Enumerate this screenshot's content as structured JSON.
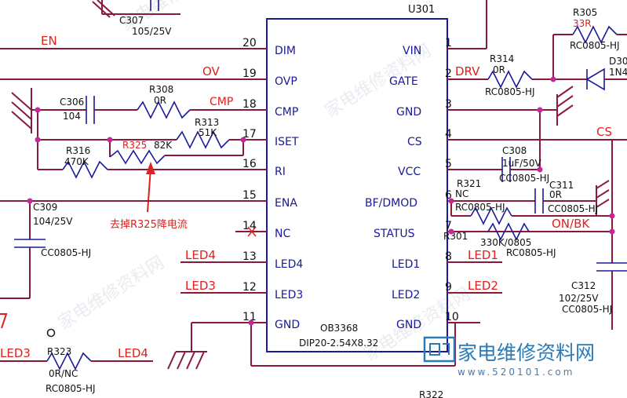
{
  "chip": {
    "ref": "U301",
    "part": "OB3368",
    "package": "DIP20-2.54X8.32",
    "pins_left": [
      {
        "num": "20",
        "name": "DIM"
      },
      {
        "num": "19",
        "name": "OVP"
      },
      {
        "num": "18",
        "name": "CMP"
      },
      {
        "num": "17",
        "name": "ISET"
      },
      {
        "num": "16",
        "name": "RI"
      },
      {
        "num": "15",
        "name": "ENA"
      },
      {
        "num": "14",
        "name": "NC"
      },
      {
        "num": "13",
        "name": "LED4"
      },
      {
        "num": "12",
        "name": "LED3"
      },
      {
        "num": "11",
        "name": "GND"
      }
    ],
    "pins_right": [
      {
        "num": "1",
        "name": "VIN"
      },
      {
        "num": "2",
        "name": "GATE"
      },
      {
        "num": "3",
        "name": "GND"
      },
      {
        "num": "4",
        "name": "CS"
      },
      {
        "num": "5",
        "name": "VCC"
      },
      {
        "num": "6",
        "name": "BF/DMOD"
      },
      {
        "num": "7",
        "name": "STATUS"
      },
      {
        "num": "8",
        "name": "LED1"
      },
      {
        "num": "9",
        "name": "LED2"
      },
      {
        "num": "10",
        "name": "GND"
      }
    ]
  },
  "nets": {
    "en": "EN",
    "ov": "OV",
    "cmp": "CMP",
    "drv": "DRV",
    "cs": "CS",
    "on_bk": "ON/BK",
    "led4_left": "LED4",
    "led3_left": "LED3",
    "led1_right": "LED1",
    "led2_right": "LED2",
    "led3_bottom": "LED3",
    "led4_bottom": "LED4"
  },
  "components": {
    "c307": {
      "ref": "C307",
      "value": "105/25V"
    },
    "r305": {
      "ref": "R305",
      "value": "33R",
      "pkg": "RC0805-HJ"
    },
    "d30x": {
      "ref": "D30",
      "value": "1N4"
    },
    "r314": {
      "ref": "R314",
      "value": "0R",
      "pkg": "RC0805-HJ"
    },
    "c306": {
      "ref": "C306",
      "value": "104"
    },
    "r308": {
      "ref": "R308",
      "value": "0R"
    },
    "r313": {
      "ref": "R313",
      "value": "51K"
    },
    "r325": {
      "ref": "R325",
      "value": "82K"
    },
    "r316": {
      "ref": "R316",
      "value": "470K"
    },
    "c308": {
      "ref": "C308",
      "value": "1uF/50V",
      "pkg": "CC0805-HJ"
    },
    "r321": {
      "ref": "R321",
      "value": "NC",
      "pkg": "RC0805-HJ"
    },
    "c311": {
      "ref": "C311",
      "value": "0R",
      "pkg": "CC0805-HJ"
    },
    "r301": {
      "ref": "R301",
      "value": "330K/0805",
      "pkg": "RC0805-HJ"
    },
    "c309": {
      "ref": "C309",
      "value": "104/25V",
      "pkg": "CC0805-HJ"
    },
    "c312": {
      "ref": "C312",
      "value": "102/25V",
      "pkg": "CC0805-HJ"
    },
    "r323": {
      "ref": "R323",
      "value": "0R/NC",
      "pkg": "RC0805-HJ"
    },
    "r322": {
      "ref": "R322"
    }
  },
  "annotation": "去掉R325降电流",
  "watermark": {
    "brand": "家电维修资料网",
    "site": "www.520101.com",
    "diagonal": "家电维修资料网"
  },
  "colors": {
    "wire": "#8a1a3a",
    "component": "#1a1a9a",
    "net_label": "#e0201c",
    "junction": "#c02a9a"
  }
}
